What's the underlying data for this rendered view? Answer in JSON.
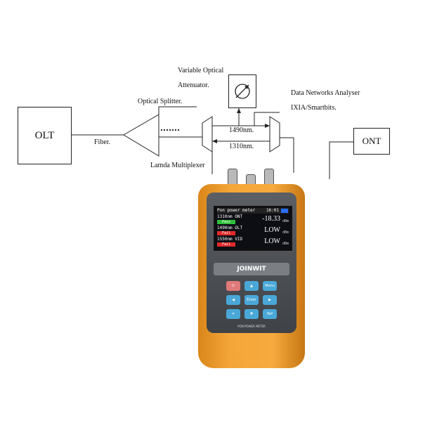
{
  "diagram": {
    "olt": "OLT",
    "ont": "ONT",
    "fiber": "Fiber.",
    "optical_splitter": "Optical Splitter.",
    "attenuator_line1": "Variable Optical",
    "attenuator_line2": "Attenuator.",
    "analyser_line1": "Data Networks Analyser",
    "analyser_line2": "IXIA/Smartbits.",
    "wl_1490": "1490nm.",
    "wl_1310": "1310nm.",
    "lambda_mux": "Lamda Multiplexer"
  },
  "device": {
    "brand": "JOINWIT",
    "screen_title": "Pon power meter",
    "screen_time": "16:01",
    "rows": [
      {
        "label": "1310nm ONT",
        "tag": "Pass",
        "value": "-18.33",
        "unit": "dBm",
        "tag_color": "#2fbf3a"
      },
      {
        "label": "1490nm OLT",
        "tag": "Fail",
        "value": "LOW",
        "unit": "dBm",
        "tag_color": "#e02a2a"
      },
      {
        "label": "1550nm VID",
        "tag": "Fail",
        "value": "LOW",
        "unit": "dBm",
        "tag_color": "#e02a2a"
      }
    ],
    "keys": {
      "power": "⏻",
      "up": "▲",
      "menu": "Menu",
      "left": "◀",
      "enter": "Enter",
      "right": "▶",
      "light": "☀",
      "down": "▼",
      "ref": "Ref"
    },
    "footer": "PON POWER METER"
  }
}
